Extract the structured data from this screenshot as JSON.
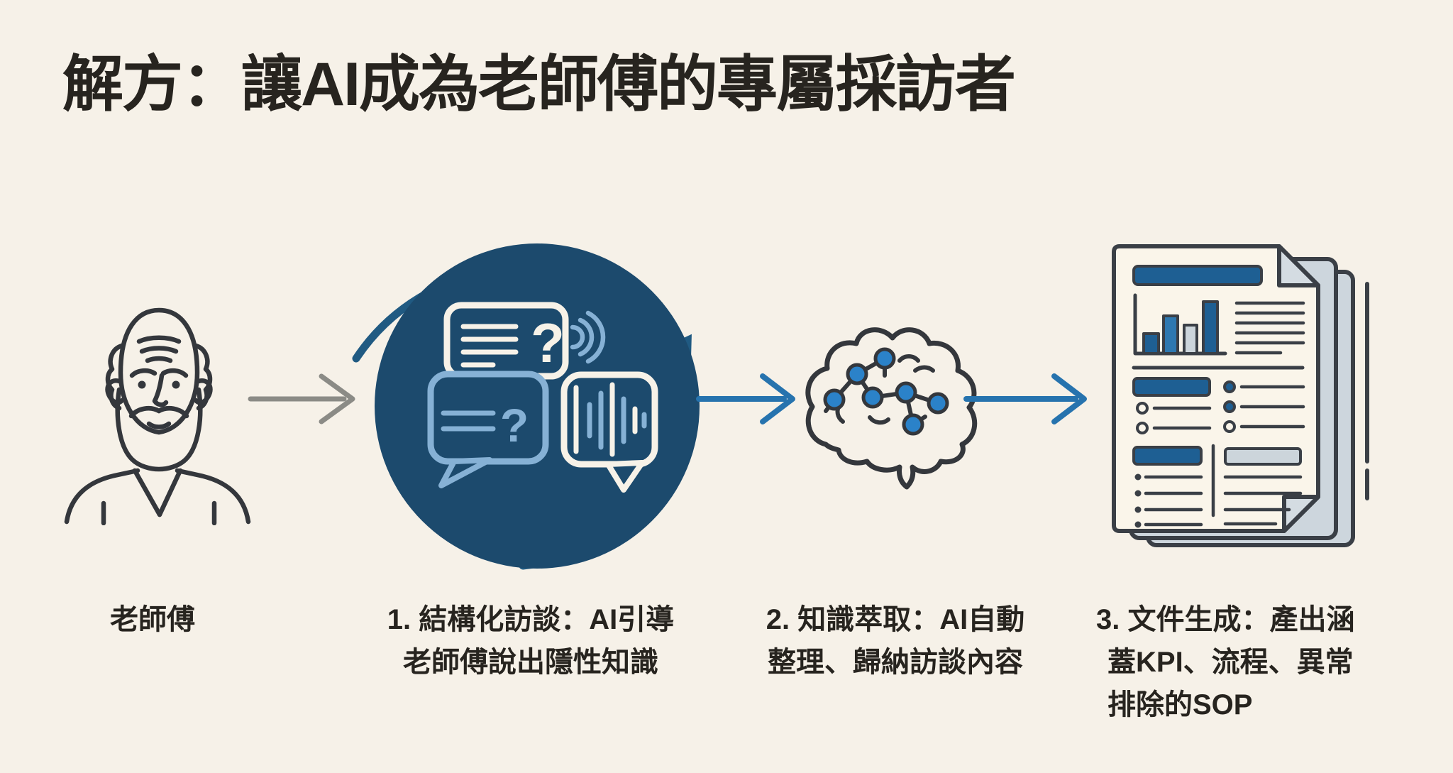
{
  "title": "解方：讓AI成為老師傅的專屬採訪者",
  "background_color": "#f6f1e8",
  "text_color": "#27241f",
  "icons": {
    "question_mark": "?",
    "master": "elderly-craftsman-line-art",
    "step1": "speech-bubbles-and-voice-waves-in-navy-circle-with-cycle-arrows",
    "step2": "brain-with-neural-network-nodes",
    "step3": "stacked-report-documents-with-bar-chart"
  },
  "colors": {
    "navy_circle": "#1c4a6d",
    "cycle_arrow": "#205a82",
    "flow_arrow_blue": "#2673ae",
    "flow_arrow_gray": "#8b8b86",
    "light_blue": "#86b1d5",
    "outline_dark": "#34373c",
    "doc_blue": "#1e5f93",
    "doc_gray": "#ccd5db",
    "bubble_white": "#f7f2e8",
    "node_blue": "#2b82c9"
  },
  "flow": {
    "steps": [
      {
        "id": "master",
        "label_lines": [
          "老師傅"
        ]
      },
      {
        "id": "step1",
        "label_lines": [
          "1. 結構化訪談：AI引導",
          "老師傅說出隱性知識"
        ]
      },
      {
        "id": "step2",
        "label_lines": [
          "2. 知識萃取：AI自動",
          "整理、歸納訪談內容"
        ]
      },
      {
        "id": "step3",
        "label_lines": [
          "3. 文件生成：產出涵",
          "蓋KPI、流程、異常",
          "排除的SOP"
        ]
      }
    ],
    "connectors": [
      {
        "from": "master",
        "to": "step1",
        "style": "gray-arrow"
      },
      {
        "from": "step1",
        "to": "step2",
        "style": "blue-arrow"
      },
      {
        "from": "step2",
        "to": "step3",
        "style": "blue-arrow"
      }
    ]
  }
}
